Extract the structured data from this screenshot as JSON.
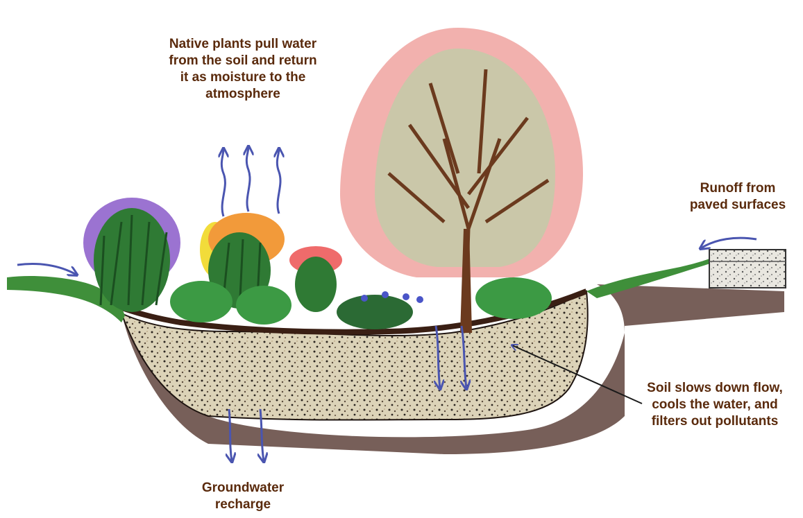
{
  "labels": {
    "transpiration": {
      "lines": [
        "Native plants pull water",
        "from the soil and return",
        "it as moisture to the",
        "atmosphere"
      ]
    },
    "runoff": {
      "lines": [
        "Runoff from",
        "paved surfaces"
      ]
    },
    "soil": {
      "lines": [
        "Soil slows down flow,",
        "cools the water, and",
        "filters out pollutants"
      ]
    },
    "groundwater": {
      "lines": [
        "Groundwater",
        "recharge"
      ]
    }
  },
  "colors": {
    "label_text": "#5a2a0c",
    "arrow": "#4a55b0",
    "grass": "#3f8f3a",
    "soil_fill": "#d9d0b4",
    "mulch": "#3a1f14",
    "trunk": "#6b3a1e",
    "tree_canopy": "#f0a3a0",
    "purple_flower": "#8a5bc9",
    "orange_flower": "#f29a3a",
    "yellow_flower": "#f2dc3a",
    "pink_flower": "#ef6b6b",
    "blue_flower": "#4a55c8",
    "concrete": "#c9c9c4"
  },
  "icons": [
    "tree-illustration",
    "shrub-illustration",
    "flower-cluster-illustration",
    "curb-block-illustration"
  ]
}
